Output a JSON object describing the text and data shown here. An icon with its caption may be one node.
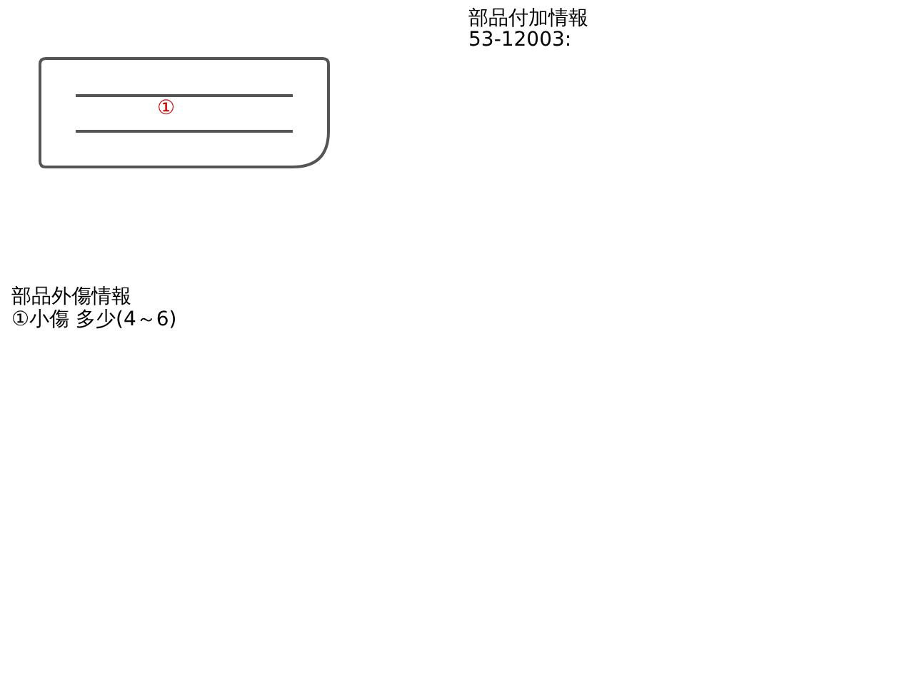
{
  "diagram": {
    "labels": [
      "部品付加情報",
      "53-12003:",
      "①",
      "部品外傷情報",
      "①小傷 多少(4～6)"
    ]
  }
}
